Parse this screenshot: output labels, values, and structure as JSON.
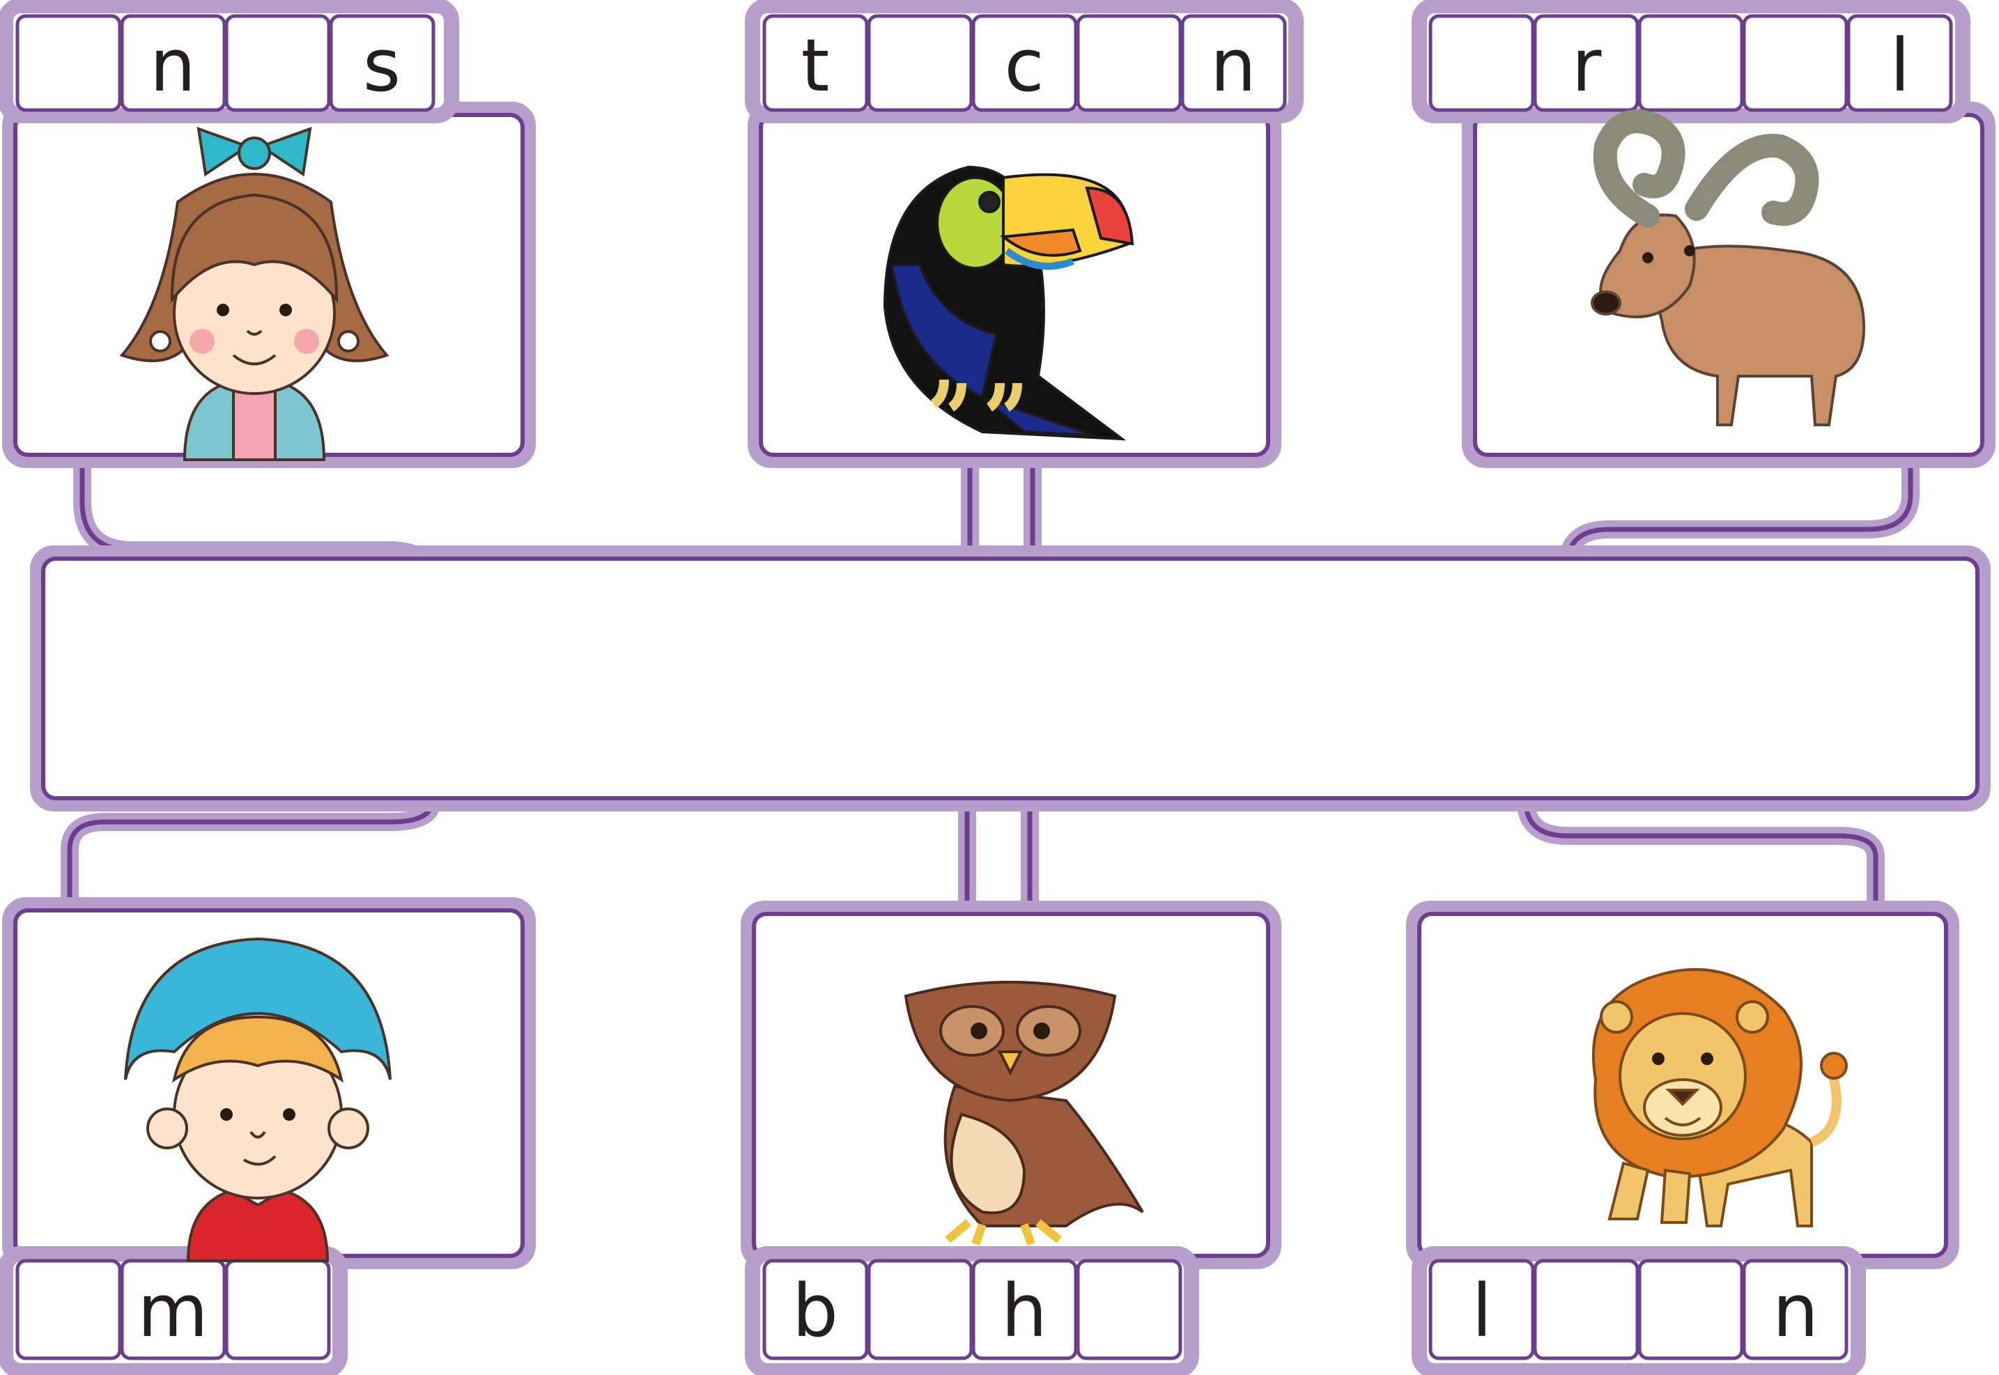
{
  "colors": {
    "border_outer": "#b79fcb",
    "border_inner": "#6c3e8f",
    "cell_fill": "#ffffff",
    "letter": "#231f20"
  },
  "words": [
    {
      "picture": "girl-icon",
      "cells": [
        "",
        "n",
        "",
        "s"
      ]
    },
    {
      "picture": "toucan-icon",
      "cells": [
        "t",
        "",
        "c",
        "",
        "n"
      ]
    },
    {
      "picture": "ram-icon",
      "cells": [
        "",
        "r",
        "",
        "",
        "l"
      ]
    },
    {
      "picture": "boy-icon",
      "cells": [
        "",
        "m",
        ""
      ]
    },
    {
      "picture": "owl-icon",
      "cells": [
        "b",
        "",
        "h",
        ""
      ]
    },
    {
      "picture": "lion-icon",
      "cells": [
        "l",
        "",
        "",
        "n"
      ]
    }
  ]
}
